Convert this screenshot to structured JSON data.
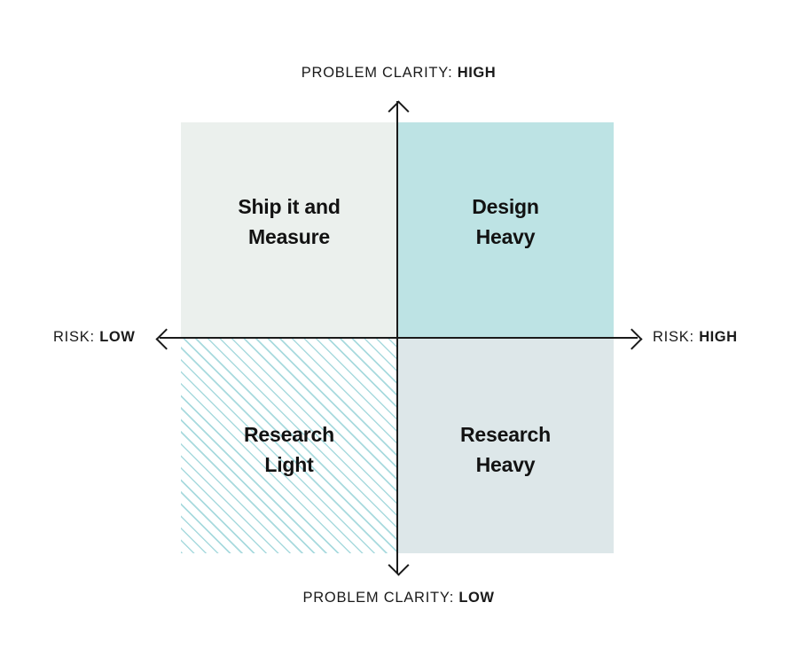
{
  "figure": {
    "type": "2x2-matrix",
    "background_color": "#ffffff",
    "axis_color": "#1a1a1a"
  },
  "axes": {
    "vertical": {
      "top": {
        "key": "PROBLEM CLARITY:",
        "value": "HIGH"
      },
      "bottom": {
        "key": "PROBLEM CLARITY:",
        "value": "LOW"
      }
    },
    "horizontal": {
      "left": {
        "key": "RISK:",
        "value": "LOW"
      },
      "right": {
        "key": "RISK:",
        "value": "HIGH"
      }
    }
  },
  "quadrants": [
    {
      "id": "top-left",
      "label": "Ship it and\nMeasure",
      "risk": "LOW",
      "problem_clarity": "HIGH",
      "fill": "#ebf0ed",
      "pattern": "solid"
    },
    {
      "id": "top-right",
      "label": "Design\nHeavy",
      "risk": "HIGH",
      "problem_clarity": "HIGH",
      "fill": "#bde3e4",
      "pattern": "solid"
    },
    {
      "id": "bottom-left",
      "label": "Research\nLight",
      "risk": "LOW",
      "problem_clarity": "LOW",
      "fill": "#ffffff",
      "pattern": "diagonal-hatch",
      "pattern_color": "#a8dade"
    },
    {
      "id": "bottom-right",
      "label": "Research\nHeavy",
      "risk": "HIGH",
      "problem_clarity": "LOW",
      "fill": "#dde7e9",
      "pattern": "solid"
    }
  ]
}
